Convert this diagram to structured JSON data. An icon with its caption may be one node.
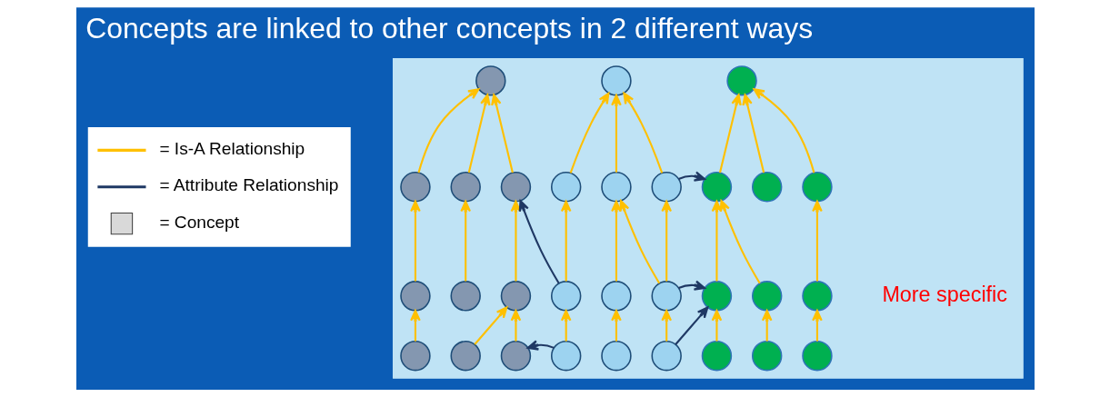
{
  "diagram": {
    "title": "Concepts are linked to other concepts in 2 different ways",
    "nodes": [
      {
        "text": [],
        "shape": "box"
      },
      {
        "text": [],
        "shape": "circle",
        "in": 0
      },
      {
        "text": [],
        "shape": "circle",
        "in": 0
      },
      {
        "text": [],
        "shape": "circle",
        "in": 0
      },
      {
        "text": [],
        "shape": "circle",
        "in": 0
      },
      {
        "text": [],
        "shape": "circle",
        "in": 0
      },
      {
        "text": [],
        "shape": "circle",
        "in": 0
      },
      {
        "text": [],
        "shape": "circle",
        "in": 0
      },
      {
        "text": [],
        "shape": "circle",
        "in": 0
      },
      {
        "text": [],
        "shape": "circle",
        "in": 0
      },
      {
        "text": [],
        "shape": "circle",
        "in": 0
      },
      {
        "text": [],
        "shape": "circle",
        "in": 0
      },
      {
        "text": [],
        "shape": "circle",
        "in": 0
      },
      {
        "text": [],
        "shape": "circle",
        "in": 0
      },
      {
        "text": [],
        "shape": "circle",
        "in": 0
      },
      {
        "text": [],
        "shape": "circle",
        "in": 0
      },
      {
        "text": [],
        "shape": "circle",
        "in": 0
      },
      {
        "text": [],
        "shape": "circle",
        "in": 0
      },
      {
        "text": [],
        "shape": "circle",
        "in": 0
      },
      {
        "text": [],
        "shape": "circle",
        "in": 0
      },
      {
        "text": [],
        "shape": "circle",
        "in": 0
      },
      {
        "text": [],
        "shape": "circle",
        "in": 0
      },
      {
        "text": [],
        "shape": "circle",
        "in": 0
      },
      {
        "text": [],
        "shape": "circle",
        "in": 0
      },
      {
        "text": [],
        "shape": "circle",
        "in": 0
      },
      {
        "text": [],
        "shape": "circle",
        "in": 0
      },
      {
        "text": [],
        "shape": "circle",
        "in": 0
      },
      {
        "text": [],
        "shape": "circle",
        "in": 0
      },
      {
        "text": [],
        "shape": "circle",
        "in": 0
      },
      {
        "text": [],
        "shape": "circle",
        "in": 0
      },
      {
        "text": [],
        "shape": "circle",
        "in": 0
      }
    ],
    "edges": [
      {
        "from": 2,
        "to": 1,
        "arrow": "to"
      },
      {
        "from": 3,
        "to": 1,
        "arrow": "to"
      },
      {
        "from": 4,
        "to": 1,
        "arrow": "to"
      },
      {
        "from": 5,
        "to": 2,
        "arrow": "to"
      },
      {
        "from": 6,
        "to": 3,
        "arrow": "to"
      },
      {
        "from": 7,
        "to": 4,
        "arrow": "to"
      },
      {
        "from": 8,
        "to": 5,
        "arrow": "to"
      },
      {
        "from": 9,
        "to": 7,
        "arrow": "to"
      },
      {
        "from": 10,
        "to": 7,
        "arrow": "to"
      },
      {
        "from": 12,
        "to": 11,
        "arrow": "to"
      },
      {
        "from": 13,
        "to": 11,
        "arrow": "to"
      },
      {
        "from": 14,
        "to": 11,
        "arrow": "to"
      },
      {
        "from": 15,
        "to": 12,
        "arrow": "to"
      },
      {
        "from": 16,
        "to": 13,
        "arrow": "to"
      },
      {
        "from": 17,
        "to": 13,
        "arrow": "to"
      },
      {
        "from": 17,
        "to": 14,
        "arrow": "to"
      },
      {
        "from": 18,
        "to": 15,
        "arrow": "to"
      },
      {
        "from": 19,
        "to": 16,
        "arrow": "to"
      },
      {
        "from": 20,
        "to": 17,
        "arrow": "to"
      },
      {
        "from": 22,
        "to": 21,
        "arrow": "to"
      },
      {
        "from": 23,
        "to": 21,
        "arrow": "to"
      },
      {
        "from": 24,
        "to": 21,
        "arrow": "to"
      },
      {
        "from": 25,
        "to": 22,
        "arrow": "to"
      },
      {
        "from": 26,
        "to": 22,
        "arrow": "to"
      },
      {
        "from": 27,
        "to": 24,
        "arrow": "to"
      },
      {
        "from": 28,
        "to": 25,
        "arrow": "to"
      },
      {
        "from": 29,
        "to": 26,
        "arrow": "to"
      },
      {
        "from": 30,
        "to": 27,
        "arrow": "to"
      },
      {
        "from": 15,
        "to": 4,
        "arrow": "to",
        "color": "#1f3864"
      },
      {
        "from": 18,
        "to": 10,
        "arrow": "to",
        "color": "#1f3864"
      },
      {
        "from": 14,
        "to": 22,
        "arrow": "to",
        "color": "#1f3864"
      },
      {
        "from": 17,
        "to": 25,
        "arrow": "to",
        "color": "#1f3864"
      },
      {
        "from": 20,
        "to": 25,
        "arrow": "to",
        "color": "#1f3864"
      }
    ],
    "labels": [
      "More specific"
    ],
    "legend": [
      {
        "text": "= Is-A Relationship"
      },
      {
        "text": "= Attribute Relationship"
      },
      {
        "text": "= Concept"
      }
    ]
  }
}
